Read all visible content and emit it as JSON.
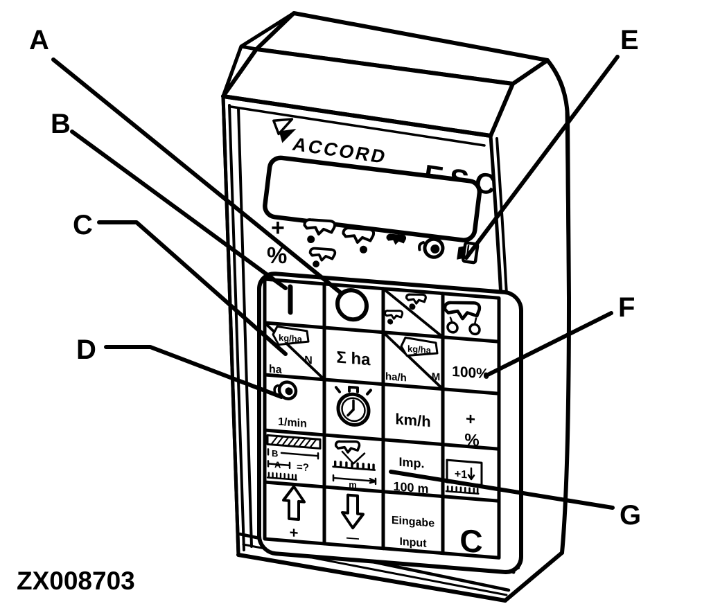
{
  "figure": {
    "id": "ZX008703"
  },
  "colors": {
    "ink": "#000000",
    "paper": "#ffffff"
  },
  "header": {
    "brand": "ACCORD",
    "model": "ESC"
  },
  "indicators": {
    "plus": "+",
    "percent": "%"
  },
  "callouts": {
    "a": "A",
    "b": "B",
    "c": "C",
    "d": "D",
    "e": "E",
    "f": "F",
    "g": "G"
  },
  "keypad": {
    "rate_key": {
      "top": "kg/ha",
      "right": "N",
      "bottom": "ha"
    },
    "total_area_key": {
      "label": "Σ ha"
    },
    "mode_key": {
      "top": "kg/ha",
      "bottom": "ha/h",
      "right": "M"
    },
    "hundred_percent_key": {
      "label": "100%"
    },
    "fan_key": {
      "label": "1/min"
    },
    "speed_key": {
      "label": "km/h"
    },
    "percent_key": {
      "top": "+",
      "bottom": "%"
    },
    "calibration_key": {
      "b": "B",
      "a": "A",
      "question": "=?"
    },
    "width_key": {
      "label": "m"
    },
    "impulse_key": {
      "top": "Imp.",
      "bottom": "100 m"
    },
    "plus_one_key": {
      "label": "+1"
    },
    "up_key": {
      "label": "+"
    },
    "down_key": {
      "label": "—"
    },
    "input_key": {
      "top": "Eingabe",
      "bottom": "Input"
    },
    "clear_key": {
      "label": "C"
    }
  }
}
